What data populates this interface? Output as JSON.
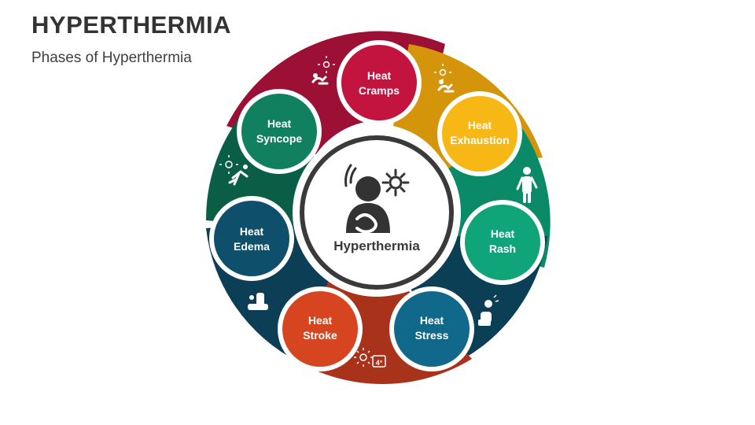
{
  "header": {
    "title": "HYPERTHERMIA",
    "subtitle": "Phases of Hyperthermia"
  },
  "center": {
    "label": "Hyperthermia",
    "icon": "person-heat-icon"
  },
  "phases": [
    {
      "line1": "Heat",
      "line2": "Cramps",
      "color": "#B01238",
      "icon": "cramp-icon"
    },
    {
      "line1": "Heat",
      "line2": "Exhaustion",
      "color": "#F5B312",
      "icon": "exhaustion-icon"
    },
    {
      "line1": "Heat",
      "line2": "Rash",
      "color": "#0F9B72",
      "icon": "rash-icon"
    },
    {
      "line1": "Heat",
      "line2": "Stress",
      "color": "#0E6680",
      "icon": "stress-icon"
    },
    {
      "line1": "Heat",
      "line2": "Stroke",
      "color": "#D03E1E",
      "icon": "stroke-icon"
    },
    {
      "line1": "Heat",
      "line2": "Edema",
      "color": "#0F4C66",
      "icon": "edema-icon"
    },
    {
      "line1": "Heat",
      "line2": "Syncope",
      "color": "#0F7B5C",
      "icon": "syncope-icon"
    }
  ]
}
